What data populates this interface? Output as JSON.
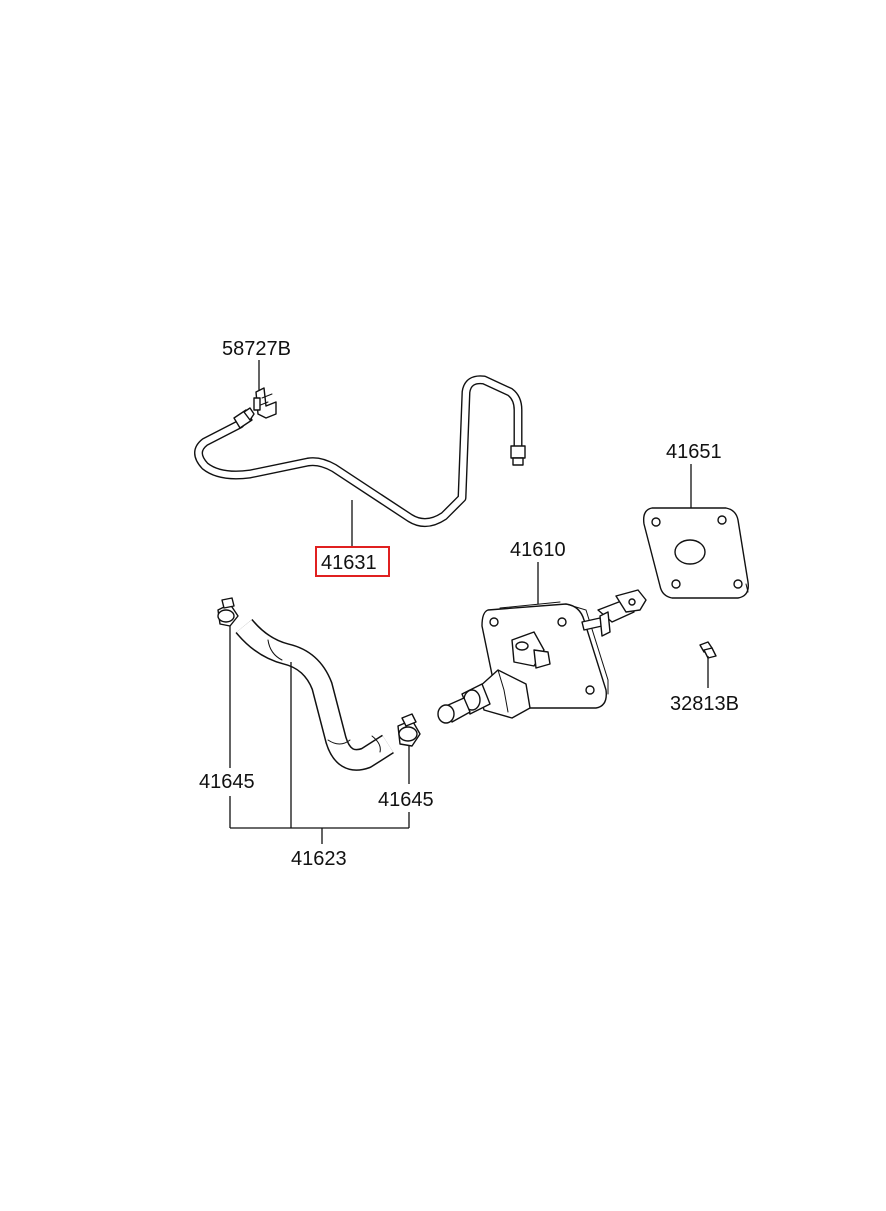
{
  "parts": {
    "p58727b": {
      "label": "58727B"
    },
    "p41631": {
      "label": "41631",
      "highlighted": true
    },
    "p41651": {
      "label": "41651"
    },
    "p41610": {
      "label": "41610"
    },
    "p32813b": {
      "label": "32813B"
    },
    "p41645_left": {
      "label": "41645"
    },
    "p41645_right": {
      "label": "41645"
    },
    "p41623": {
      "label": "41623"
    }
  },
  "colors": {
    "line": "#111111",
    "highlight": "#e02020",
    "background": "#ffffff"
  }
}
